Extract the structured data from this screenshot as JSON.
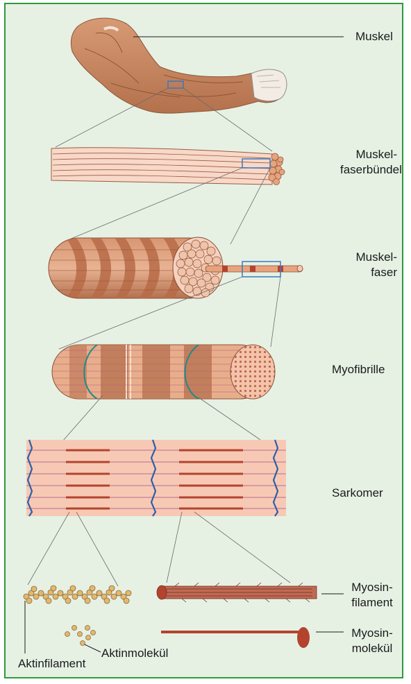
{
  "labels": {
    "muskel": "Muskel",
    "faserbuendel_1": "Muskel-",
    "faserbuendel_2": "faserbündel",
    "faser_1": "Muskel-",
    "faser_2": "faser",
    "myofibrille": "Myofibrille",
    "sarkomer": "Sarkomer",
    "myosinfilament_1": "Myosin-",
    "myosinfilament_2": "filament",
    "myosinmolekuel_1": "Myosin-",
    "myosinmolekuel_2": "molekül",
    "aktinmolekuel": "Aktinmolekül",
    "aktinfilament": "Aktinfilament"
  },
  "colors": {
    "frame_border": "#2f9a3d",
    "background": "#e6f1e4",
    "muscle_skin": "#c98b62",
    "fiber_light": "#f6d2c0",
    "band_dark": "#b86b48",
    "sarcomere_bg": "#f7c9b4",
    "z_line": "#2b5fa8",
    "myosin": "#b4432e",
    "actin_bead": "#e2b86f",
    "zoom_box": "#3a78c2"
  },
  "icons": [
    "arm-illustration",
    "fiber-bundle-illustration",
    "muscle-fiber-illustration",
    "myofibril-illustration",
    "sarcomere-illustration",
    "actin-filament-illustration",
    "myosin-filament-illustration",
    "myosin-molecule-illustration"
  ]
}
